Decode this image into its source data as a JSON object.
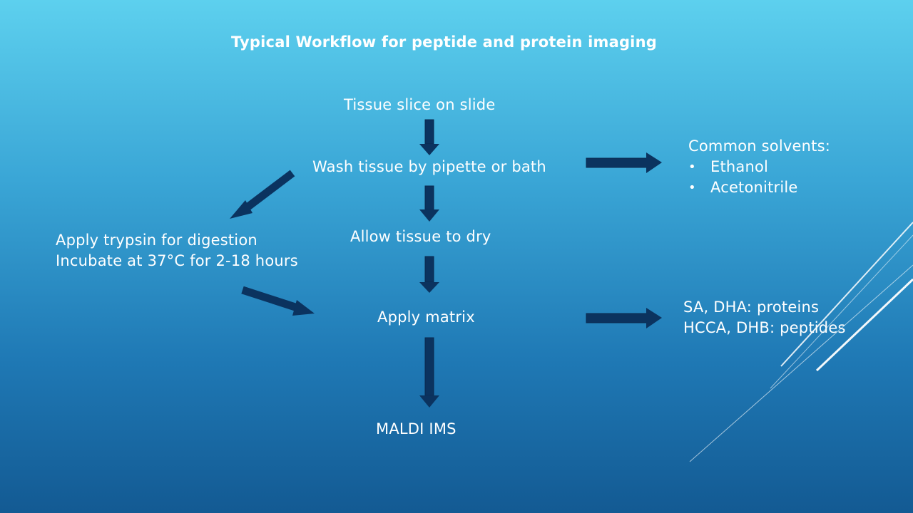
{
  "title": "Typical Workflow for peptide and protein imaging",
  "steps": {
    "tissue_slice": "Tissue slice on slide",
    "wash": "Wash tissue by pipette or bath",
    "dry": "Allow tissue to dry",
    "matrix": "Apply matrix",
    "maldi": "MALDI IMS"
  },
  "digestion": {
    "line1": "Apply trypsin for digestion",
    "line2": "Incubate at 37°C for 2-18 hours"
  },
  "solvents": {
    "heading": "Common solvents:",
    "items": [
      "Ethanol",
      "Acetonitrile"
    ]
  },
  "matrices": {
    "line1": "SA, DHA: proteins",
    "line2": "HCCA, DHB: peptides"
  },
  "colors": {
    "arrow": "#0b335f",
    "text": "#ffffff",
    "accent_lines": "#ffffff"
  }
}
